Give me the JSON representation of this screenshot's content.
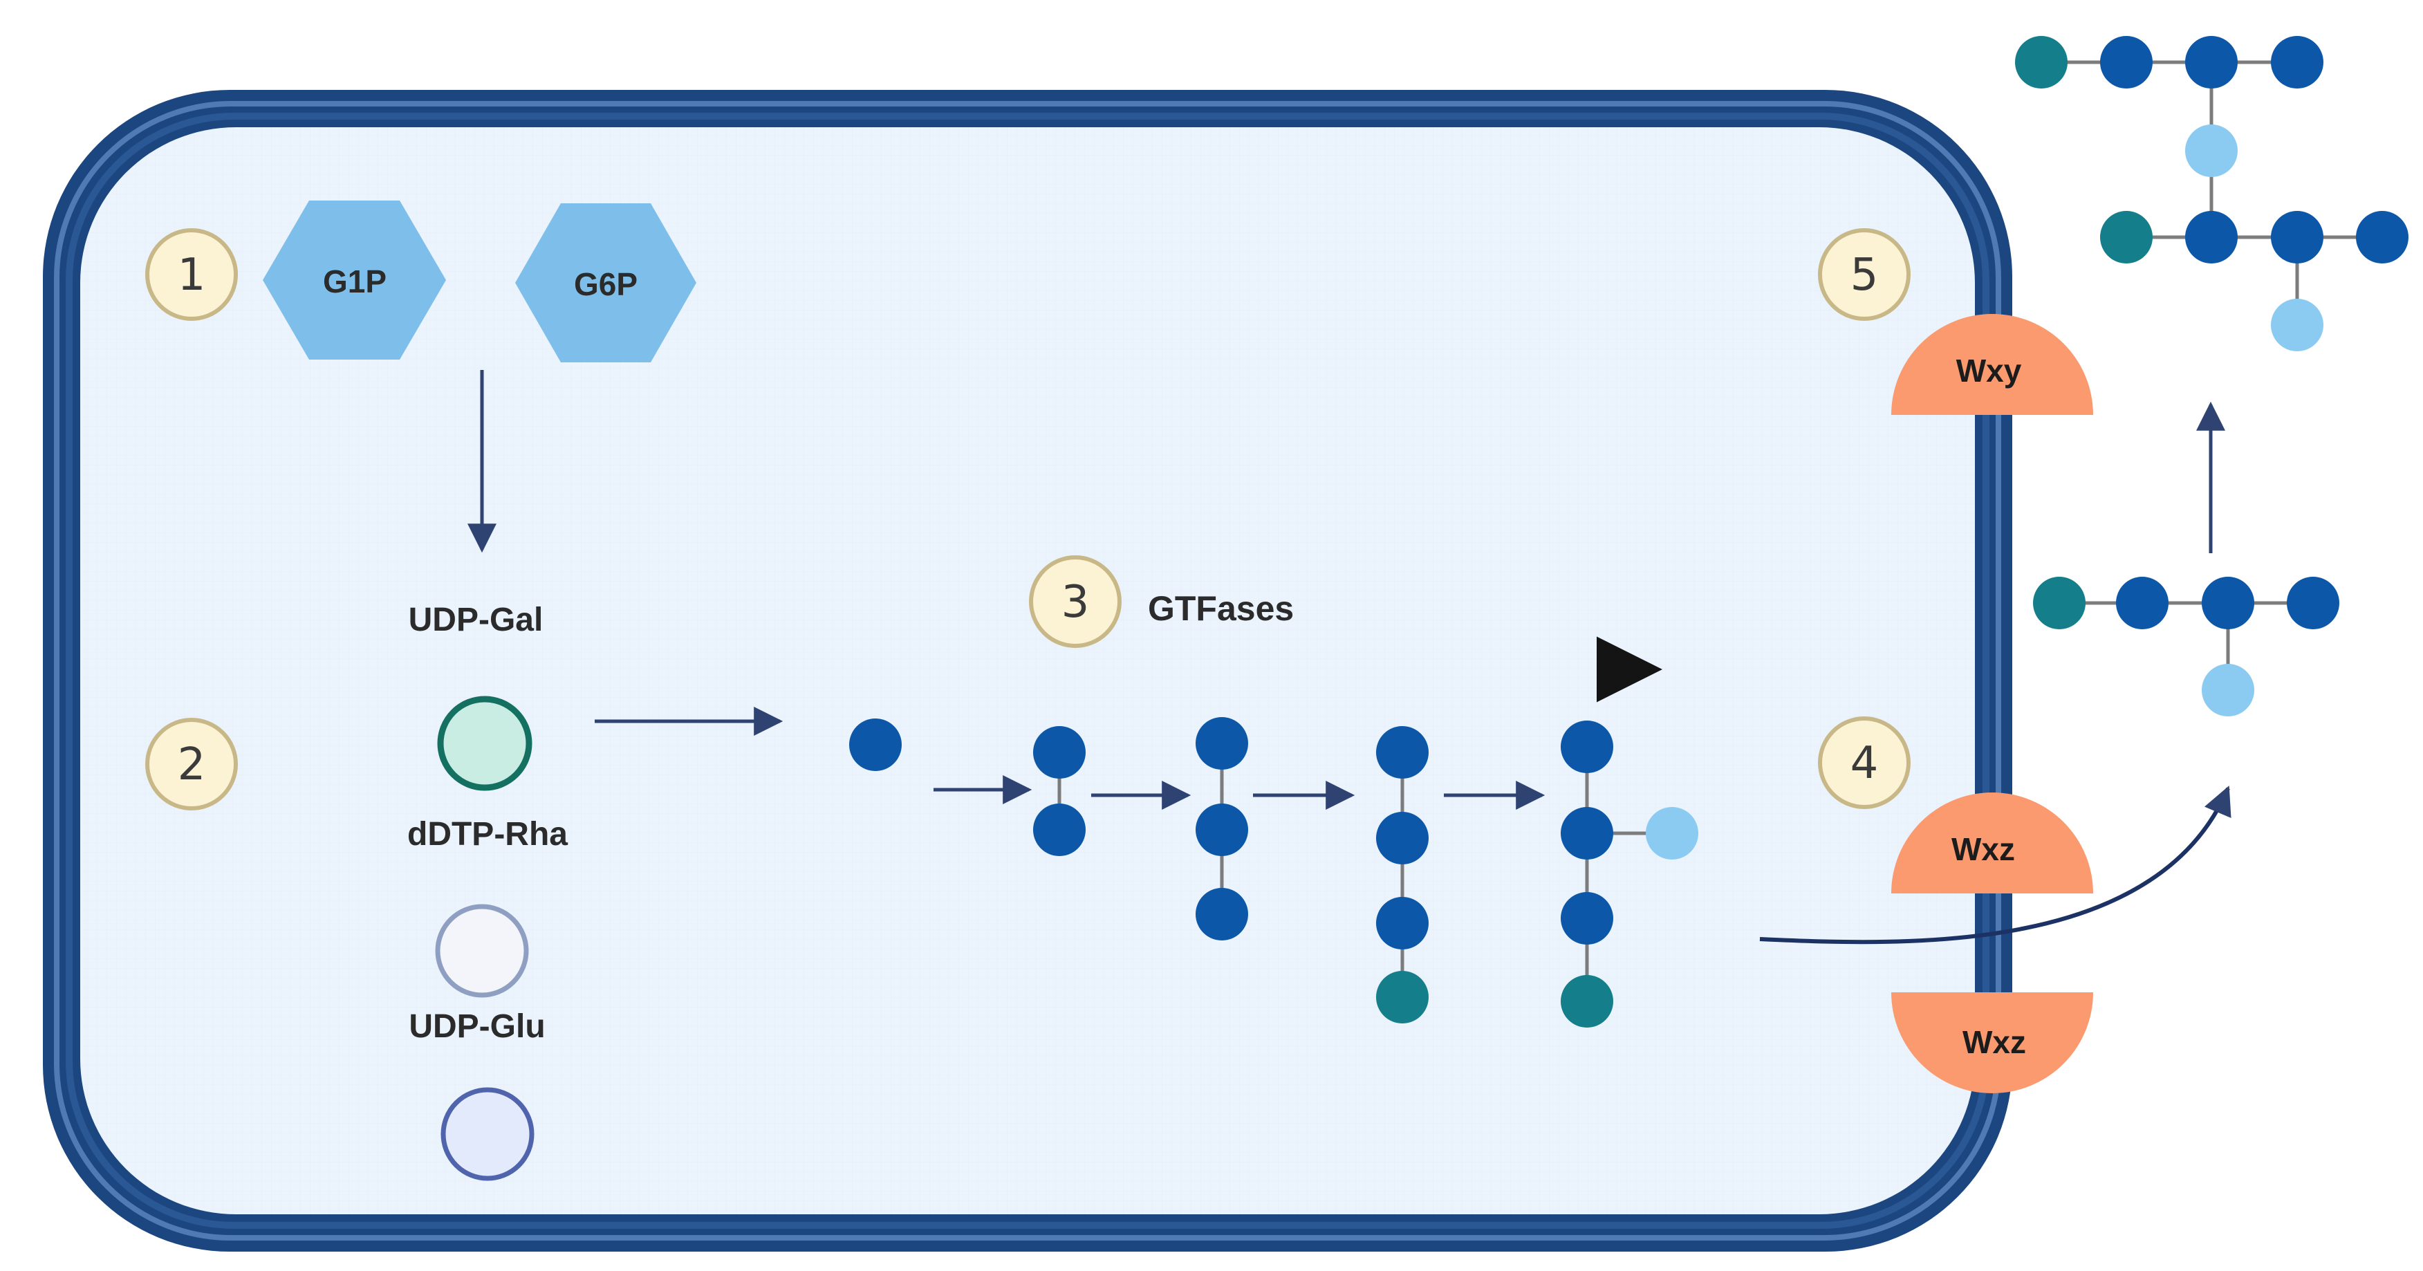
{
  "precursors": {
    "g1p": "G1P",
    "g6p": "G6P"
  },
  "nucleotide_sugars": {
    "udp_gal": "UDP-Gal",
    "dtdp_rha": "dDTP-Rha",
    "udp_glu": "UDP-Glu"
  },
  "steps": {
    "s1": "1",
    "s2": "2",
    "s3": "3",
    "s4": "4",
    "s5": "5"
  },
  "gtfases_label": "GTFases",
  "enzymes": {
    "wxy": "Wxy",
    "wxz_top": "Wxz",
    "wxz_bottom": "Wxz"
  },
  "colors": {
    "cell_fill": "#ebf3fc",
    "cell_wall": "#1c4680",
    "hexagon": "#7dbfea",
    "sugar_dark_blue": "#0c57a8",
    "sugar_teal": "#147f8a",
    "sugar_light_blue": "#8ccbf1",
    "enzyme": "#fa9a6e",
    "step_badge": "#fbf3d4",
    "step_badge_border": "#c9b887",
    "arrow": "#2f4373"
  },
  "icons": {
    "precursor": "hexagon-icon",
    "sugar": "circle-icon",
    "transporter": "semicircle-icon"
  }
}
